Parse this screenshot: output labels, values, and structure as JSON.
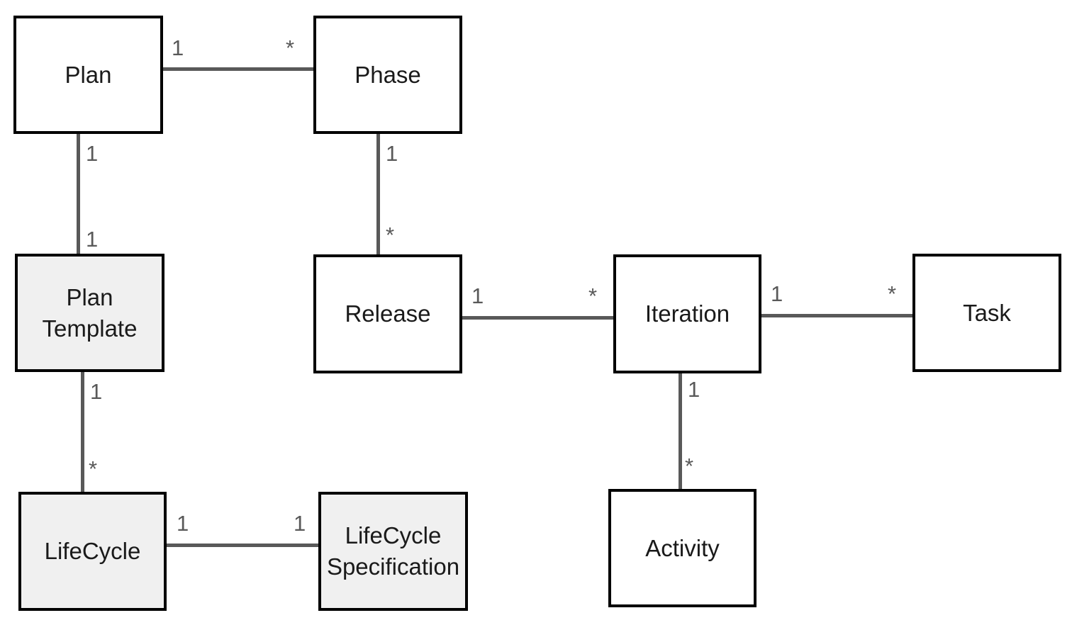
{
  "diagram": {
    "kind": "uml-class-association-diagram",
    "background": "#ffffff",
    "colors": {
      "box_border": "#000000",
      "box_fill": "#ffffff",
      "box_fill_shaded": "#f0f0f0",
      "box_text": "#1a1a1a",
      "connector": "#595959",
      "cardinality_text": "#595959"
    },
    "entities": [
      {
        "id": "plan",
        "label": "Plan",
        "shaded": false
      },
      {
        "id": "phase",
        "label": "Phase",
        "shaded": false
      },
      {
        "id": "plan-template",
        "label": "Plan Template",
        "shaded": true
      },
      {
        "id": "release",
        "label": "Release",
        "shaded": false
      },
      {
        "id": "iteration",
        "label": "Iteration",
        "shaded": false
      },
      {
        "id": "task",
        "label": "Task",
        "shaded": false
      },
      {
        "id": "lifecycle",
        "label": "LifeCycle",
        "shaded": true
      },
      {
        "id": "lifecycle-specification",
        "label": "LifeCycle Specification",
        "shaded": true
      },
      {
        "id": "activity",
        "label": "Activity",
        "shaded": false
      }
    ],
    "associations": [
      {
        "from": "Plan",
        "to": "Phase",
        "from_cardinality": "1",
        "to_cardinality": "*",
        "orientation": "horizontal"
      },
      {
        "from": "Plan",
        "to": "Plan Template",
        "from_cardinality": "1",
        "to_cardinality": "1",
        "orientation": "vertical"
      },
      {
        "from": "Phase",
        "to": "Release",
        "from_cardinality": "1",
        "to_cardinality": "*",
        "orientation": "vertical"
      },
      {
        "from": "Release",
        "to": "Iteration",
        "from_cardinality": "1",
        "to_cardinality": "*",
        "orientation": "horizontal"
      },
      {
        "from": "Iteration",
        "to": "Task",
        "from_cardinality": "1",
        "to_cardinality": "*",
        "orientation": "horizontal"
      },
      {
        "from": "Iteration",
        "to": "Activity",
        "from_cardinality": "1",
        "to_cardinality": "*",
        "orientation": "vertical"
      },
      {
        "from": "Plan Template",
        "to": "LifeCycle",
        "from_cardinality": "1",
        "to_cardinality": "*",
        "orientation": "vertical"
      },
      {
        "from": "LifeCycle",
        "to": "LifeCycle Specification",
        "from_cardinality": "1",
        "to_cardinality": "1",
        "orientation": "horizontal"
      }
    ]
  }
}
